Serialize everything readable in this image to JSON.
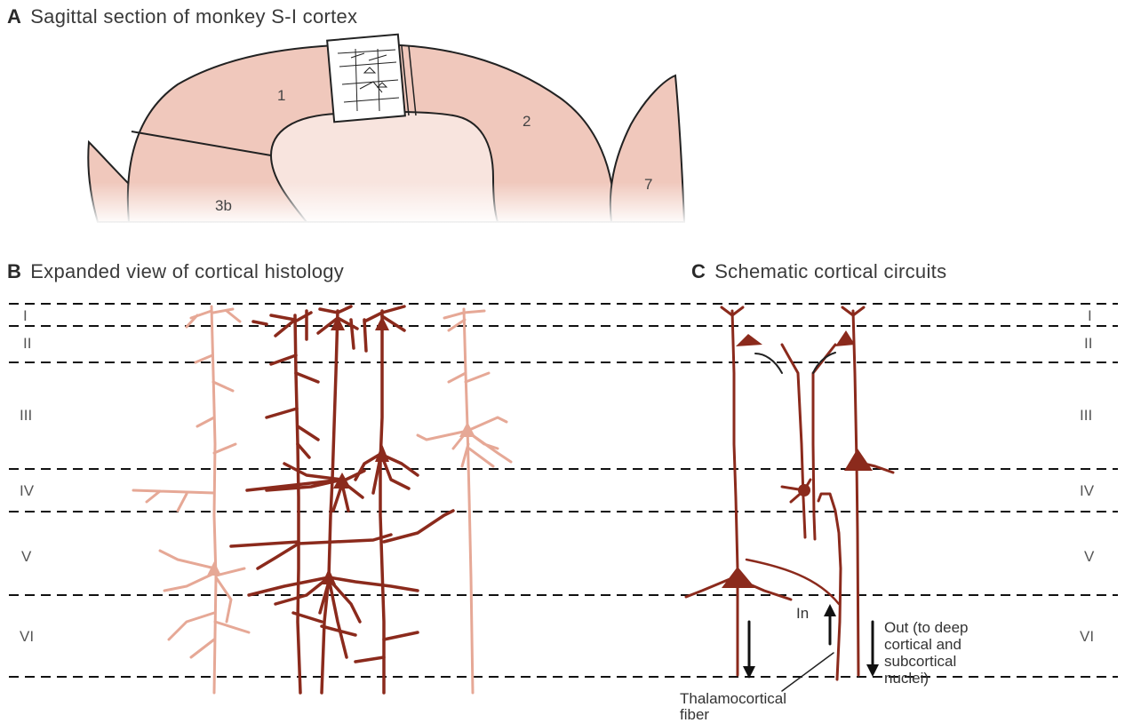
{
  "panels": {
    "a": {
      "letter": "A",
      "title": "Sagittal section of monkey S-I cortex"
    },
    "b": {
      "letter": "B",
      "title": "Expanded view of cortical histology"
    },
    "c": {
      "letter": "C",
      "title": "Schematic cortical circuits"
    }
  },
  "areas": [
    "1",
    "2",
    "3b",
    "7"
  ],
  "layers": [
    "I",
    "II",
    "III",
    "IV",
    "V",
    "VI"
  ],
  "annotations": {
    "in": "In",
    "out_lines": [
      "Out (to deep",
      "cortical and",
      "subcortical",
      "nuclei)"
    ],
    "fiber_lines": [
      "Thalamocortical",
      "fiber"
    ]
  },
  "colors": {
    "neuron_dark": "#8b2a1c",
    "neuron_light": "#e6a896",
    "cortex_fill": "#f0c8bc",
    "white_matter": "#f8e4de"
  }
}
